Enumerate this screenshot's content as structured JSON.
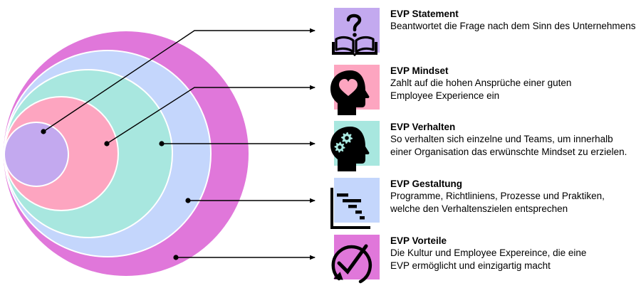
{
  "diagram": {
    "type": "nested-circles",
    "layers_inner_to_outer": [
      {
        "key": "statement",
        "color": "#c3a9ef"
      },
      {
        "key": "mindset",
        "color": "#fda5c0"
      },
      {
        "key": "verhalten",
        "color": "#a8e7df"
      },
      {
        "key": "gestaltung",
        "color": "#c4d6fc"
      },
      {
        "key": "vorteile",
        "color": "#e077da"
      }
    ],
    "ring_separator_color": "#ffffff",
    "connector_color": "#000000"
  },
  "items": [
    {
      "key": "statement",
      "title": "EVP Statement",
      "desc_lines": [
        "Beantwortet die Frage nach dem Sinn des Unternehmens"
      ],
      "icon": "book-question-icon",
      "color": "#c3a9ef"
    },
    {
      "key": "mindset",
      "title": "EVP Mindset",
      "desc_lines": [
        "Zahlt auf die hohen Ansprüche einer guten",
        "Employee Experience ein"
      ],
      "icon": "head-heart-icon",
      "color": "#fda5c0"
    },
    {
      "key": "verhalten",
      "title": "EVP Verhalten",
      "desc_lines": [
        "So verhalten sich einzelne und Teams, um innerhalb",
        "einer Organisation das erwünschte Mindset zu erzielen."
      ],
      "icon": "head-gears-icon",
      "color": "#a8e7df"
    },
    {
      "key": "gestaltung",
      "title": "EVP Gestaltung",
      "desc_lines": [
        "Programme, Richtliniens, Prozesse und Praktiken,",
        "welche den Verhaltenszielen entsprechen"
      ],
      "icon": "gantt-chart-icon",
      "color": "#c4d6fc"
    },
    {
      "key": "vorteile",
      "title": "EVP Vorteile",
      "desc_lines": [
        "Die Kultur und Employee Expereince, die eine",
        "EVP ermöglicht und einzigartig macht"
      ],
      "icon": "check-cycle-icon",
      "color": "#e077da"
    }
  ]
}
